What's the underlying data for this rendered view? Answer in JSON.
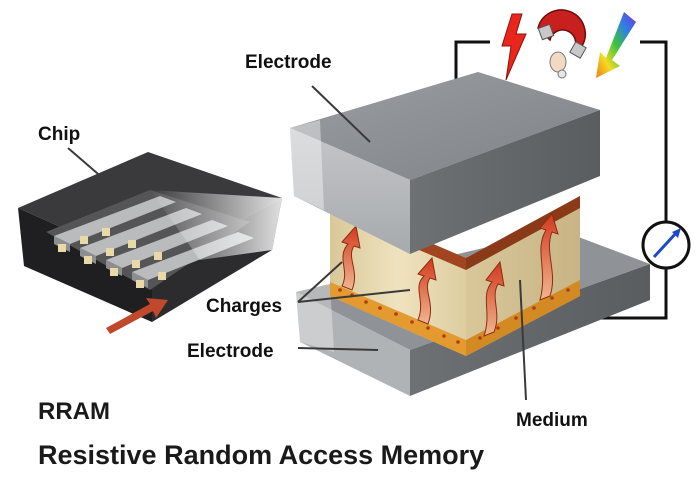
{
  "labels": {
    "electrode_top": "Electrode",
    "chip": "Chip",
    "charges": "Charges",
    "electrode_bottom": "Electrode",
    "medium": "Medium"
  },
  "caption": {
    "line1": "RRAM",
    "line2": "Resistive Random Access Memory"
  },
  "icons": [
    "lightning-icon",
    "magnet-icon",
    "light-spectrum-icon",
    "ammeter-icon"
  ],
  "colors": {
    "electrode": "#8a8d91",
    "medium": "#e6d7b0",
    "interface": "#a0451f",
    "charge_band": "#e39a2e",
    "chip_body": "#2a2a2a",
    "lightning": "#e8261c",
    "magnet": "#c8201e",
    "meter_needle": "#1f48c8"
  }
}
